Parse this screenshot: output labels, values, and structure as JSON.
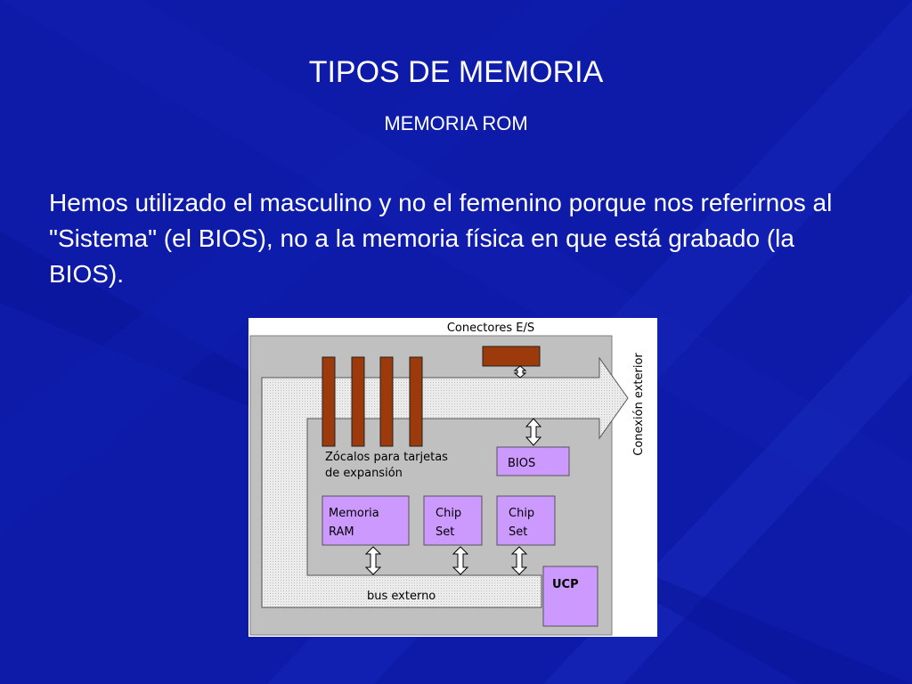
{
  "slide": {
    "title": "TIPOS DE MEMORIA",
    "subtitle": "MEMORIA ROM",
    "body": "Hemos utilizado el masculino y no el femenino porque nos referirnos al \"Sistema\" (el BIOS), no a la memoria física en que está grabado (la BIOS)."
  },
  "diagram": {
    "top_label": "Conectores E/S",
    "side_label": "Conexión exterior",
    "slots_label_1": "Zócalos para tarjetas",
    "slots_label_2": "de expansión",
    "bios": "BIOS",
    "ram_1": "Memoria",
    "ram_2": "RAM",
    "chipset1_1": "Chip",
    "chipset1_2": "Set",
    "chipset2_1": "Chip",
    "chipset2_2": "Set",
    "ucp": "UCP",
    "bus": "bus externo"
  },
  "colors": {
    "background": "#0e1aa8",
    "board": "#c0c0c0",
    "component": "#cc99ff",
    "slot": "#9c3a0c"
  }
}
